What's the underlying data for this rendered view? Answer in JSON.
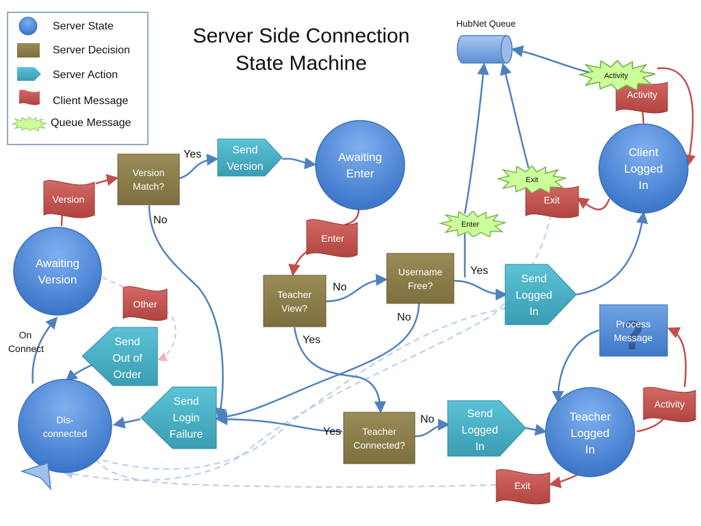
{
  "title": {
    "line1": "Server Side Connection",
    "line2": "State Machine"
  },
  "legend": {
    "state": "Server State",
    "decision": "Server Decision",
    "action": "Server Action",
    "client_message": "Client Message",
    "queue_message": "Queue Message"
  },
  "queue": {
    "label": "HubNet Queue"
  },
  "states": {
    "awaiting_version": {
      "line1": "Awaiting",
      "line2": "Version"
    },
    "awaiting_enter": {
      "line1": "Awaiting",
      "line2": "Enter"
    },
    "disconnected": {
      "line1": "Dis-",
      "line2": "connected"
    },
    "client_logged_in": {
      "line1": "Client",
      "line2": "Logged",
      "line3": "In"
    },
    "teacher_logged_in": {
      "line1": "Teacher",
      "line2": "Logged",
      "line3": "In"
    }
  },
  "decisions": {
    "version_match": {
      "line1": "Version",
      "line2": "Match?"
    },
    "teacher_view": {
      "line1": "Teacher",
      "line2": "View?"
    },
    "username_free": {
      "line1": "Username",
      "line2": "Free?"
    },
    "teacher_connected": {
      "line1": "Teacher",
      "line2": "Connected?"
    },
    "process_message": {
      "line1": "Process",
      "line2": "Message"
    }
  },
  "actions": {
    "send_version": {
      "line1": "Send",
      "line2": "Version"
    },
    "send_out_of_order": {
      "line1": "Send",
      "line2": "Out of",
      "line3": "Order"
    },
    "send_login_failure": {
      "line1": "Send",
      "line2": "Login",
      "line3": "Failure"
    },
    "send_logged_in_client": {
      "line1": "Send",
      "line2": "Logged",
      "line3": "In"
    },
    "send_logged_in_teacher": {
      "line1": "Send",
      "line2": "Logged",
      "line3": "In"
    }
  },
  "messages": {
    "version": "Version",
    "enter": "Enter",
    "other": "Other",
    "exit_client": "Exit",
    "exit_teacher": "Exit",
    "activity_client": "Activity",
    "activity_teacher": "Activity"
  },
  "queue_messages": {
    "activity": "Activity",
    "exit": "Exit",
    "enter": "Enter"
  },
  "edge_labels": {
    "yes_version": "Yes",
    "no_version": "No",
    "no_teacher_view": "No",
    "yes_teacher_view": "Yes",
    "yes_username": "Yes",
    "no_username": "No",
    "yes_teacher_connected": "Yes",
    "no_teacher_connected": "No",
    "on_connect_line1": "On",
    "on_connect_line2": "Connect"
  },
  "colors": {
    "state": "#4a86d8",
    "decision": "#8b7d49",
    "action": "#46aec4",
    "message": "#c0504d",
    "queue_burst": "#ccff99",
    "arrow_blue": "#4f81bd",
    "arrow_red": "#c0504d"
  },
  "icons": {
    "process_message": "question-mark-icon"
  }
}
